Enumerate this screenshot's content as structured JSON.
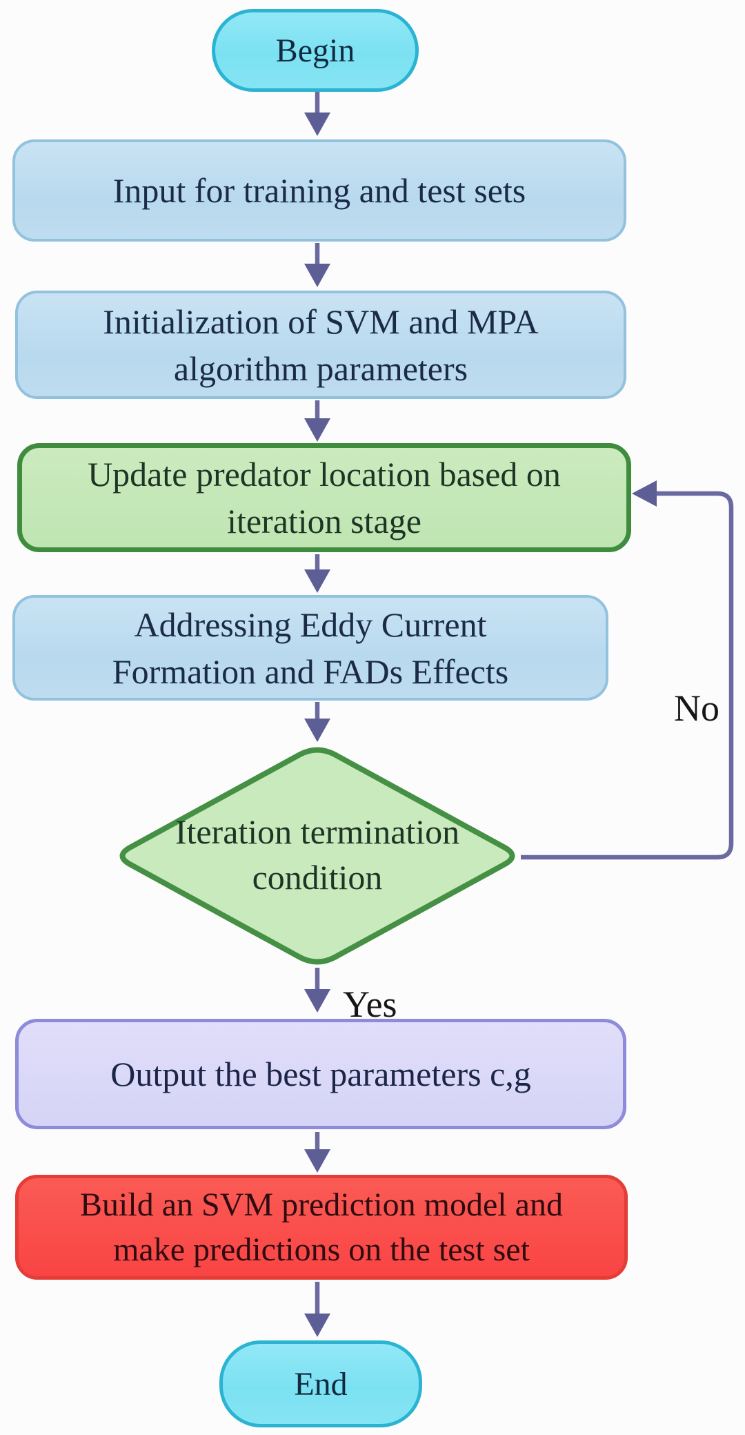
{
  "nodes": {
    "begin": {
      "label": "Begin"
    },
    "input": {
      "lines": [
        "Input for training and test sets"
      ]
    },
    "init": {
      "lines": [
        "Initialization of SVM and MPA",
        "algorithm parameters"
      ]
    },
    "update": {
      "lines": [
        "Update predator location based on",
        "iteration stage"
      ]
    },
    "eddy": {
      "lines": [
        "Addressing Eddy Current",
        "Formation and FADs Effects"
      ]
    },
    "decision": {
      "lines": [
        "Iteration termination",
        "condition"
      ]
    },
    "output": {
      "lines": [
        "Output the best parameters c,g"
      ]
    },
    "build": {
      "lines": [
        "Build an SVM prediction model and",
        "make predictions on the test set"
      ]
    },
    "end": {
      "label": "End"
    }
  },
  "labels": {
    "yes": "Yes",
    "no": "No"
  },
  "colors": {
    "terminator_fill": "#7fe2f2",
    "terminator_border": "#2ab4d2",
    "process_blue_fill": "#bcdcee",
    "process_blue_border": "#92c2de",
    "process_green_fill": "#c4e7b7",
    "process_green_border": "#3f8c3f",
    "decision_fill": "#c9eabc",
    "decision_border": "#459045",
    "output_fill": "#dad8f7",
    "output_border": "#8e8bda",
    "build_fill": "#fa4b4b",
    "build_border": "#e43c36",
    "connector": "#6a6aa0",
    "text_dark": "#1b2a47"
  }
}
